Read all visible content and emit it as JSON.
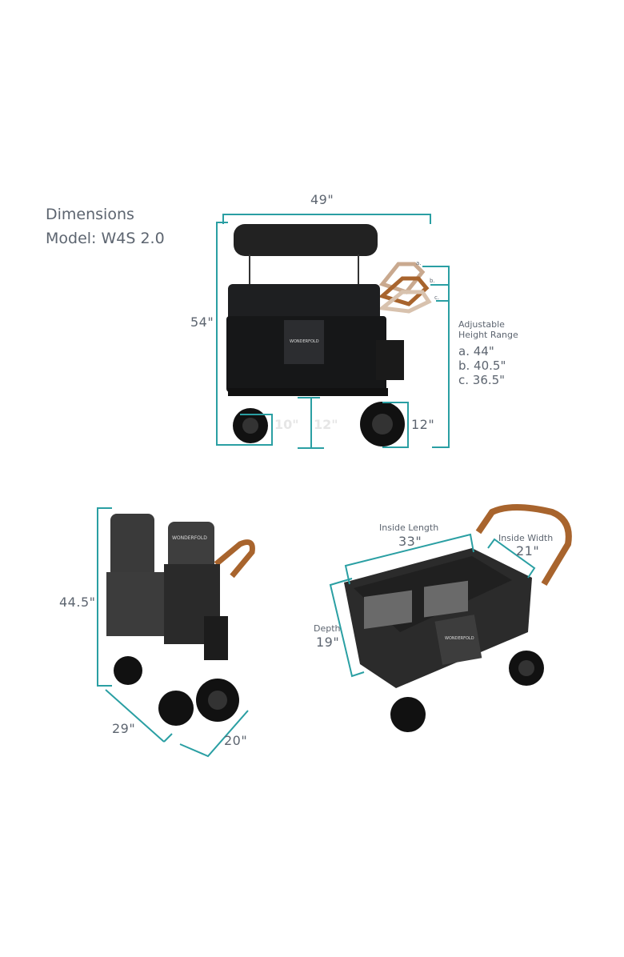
{
  "header": {
    "title": "Dimensions",
    "model": "Model: W4S 2.0"
  },
  "front_view": {
    "width": "49\"",
    "height": "54\"",
    "front_wheel": "10\"",
    "ground_clearance": "12\"",
    "rear_wheel": "12\"",
    "handle_marks": [
      "a.",
      "b.",
      "c."
    ],
    "adjustable_label_line1": "Adjustable",
    "adjustable_label_line2": "Height Range",
    "heights": [
      "a. 44\"",
      "b. 40.5\"",
      "c. 36.5\""
    ],
    "brand": "WONDERFOLD"
  },
  "folded_view": {
    "height": "44.5\"",
    "length": "29\"",
    "width": "20\"",
    "brand": "WONDERFOLD"
  },
  "inside_view": {
    "inside_length_label": "Inside Length",
    "inside_length": "33\"",
    "inside_width_label": "Inside Width",
    "inside_width": "21\"",
    "depth_label": "Depth",
    "depth": "19\"",
    "brand": "WONDERFOLD"
  },
  "colors": {
    "accent": "#2a9fa3",
    "text": "#5d6570",
    "frame": "#1e1f21",
    "handle": "#a8642d"
  }
}
